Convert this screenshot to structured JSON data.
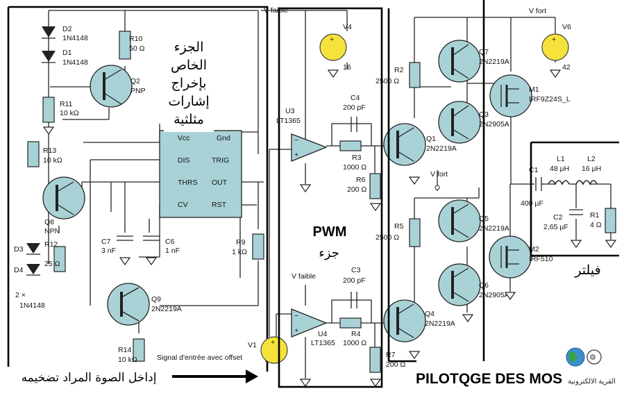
{
  "annotations": {
    "ne555_block": [
      "الجزء",
      "الخاص",
      "بإخراج",
      "إشارات",
      "مثلثية"
    ],
    "pwm_title": "PWM",
    "pwm_sub": "جزء",
    "filter": "فيلتر",
    "input": "إداخل الصوة المراد تضخيمه",
    "footer": "PILOTQGE DES MOS",
    "logo_text": "القرية الالكترونية"
  },
  "rails": {
    "v_faible": "V faible",
    "v_fort": "V fort"
  },
  "sources": {
    "v4": {
      "name": "V4",
      "value": "16"
    },
    "v6": {
      "name": "V6",
      "value": "42"
    },
    "v1": {
      "name": "V1",
      "label": "Signal d'entrée avec offset"
    },
    "plus": "+"
  },
  "ic555": {
    "pins": [
      "Vcc",
      "Gnd",
      "DIS",
      "TRIG",
      "THRS",
      "OUT",
      "CV",
      "RST"
    ]
  },
  "components": {
    "d2": [
      "D2",
      "1N4148"
    ],
    "d1": [
      "D1",
      "1N4148"
    ],
    "r10": [
      "R10",
      "50 Ω"
    ],
    "q2": [
      "Q2",
      "PNP"
    ],
    "r11": [
      "R11",
      "10 kΩ"
    ],
    "r13": [
      "R13",
      "10 kΩ"
    ],
    "q8": [
      "Q8",
      "NPN"
    ],
    "d3": "D3",
    "d4": "D4",
    "r12": [
      "R12",
      "25 Ω"
    ],
    "d34_note": [
      "2 ×",
      "1N4148"
    ],
    "c7": [
      "C7",
      "3 nF"
    ],
    "c6": [
      "C6",
      "1 nF"
    ],
    "q9": [
      "Q9",
      "2N2219A"
    ],
    "r14": [
      "R14",
      "10 kΩ"
    ],
    "r9": [
      "R9",
      "1 kΩ"
    ],
    "u3": [
      "U3",
      "LT1365"
    ],
    "u4": [
      "U4",
      "LT1365"
    ],
    "c4": [
      "C4",
      "200 pF"
    ],
    "r3": [
      "R3",
      "1000 Ω"
    ],
    "r6": [
      "R6",
      "200 Ω"
    ],
    "c3": [
      "C3",
      "200 pF"
    ],
    "r4": [
      "R4",
      "1000 Ω"
    ],
    "r7": [
      "R7",
      "200 Ω"
    ],
    "r2": [
      "R2",
      "2500 Ω"
    ],
    "q7": [
      "Q7",
      "2N2219A"
    ],
    "m1": [
      "M1",
      "IRF9Z24S_L"
    ],
    "q3": [
      "Q3",
      "2N2905A"
    ],
    "q1": [
      "Q1",
      "2N2219A"
    ],
    "r5": [
      "R5",
      "2500 Ω"
    ],
    "q5": [
      "Q5",
      "2N2219A"
    ],
    "m2": [
      "M2",
      "IRF510"
    ],
    "q6": [
      "Q6",
      "2N2905A"
    ],
    "q4": [
      "Q4",
      "2N2219A"
    ],
    "l1": [
      "L1",
      "48 µH"
    ],
    "l2": [
      "L2",
      "16 µH"
    ],
    "c1": [
      "C1",
      "400 µF"
    ],
    "c2": [
      "C2",
      "2,65 µF"
    ],
    "r1": [
      "R1",
      "4 Ω"
    ]
  }
}
